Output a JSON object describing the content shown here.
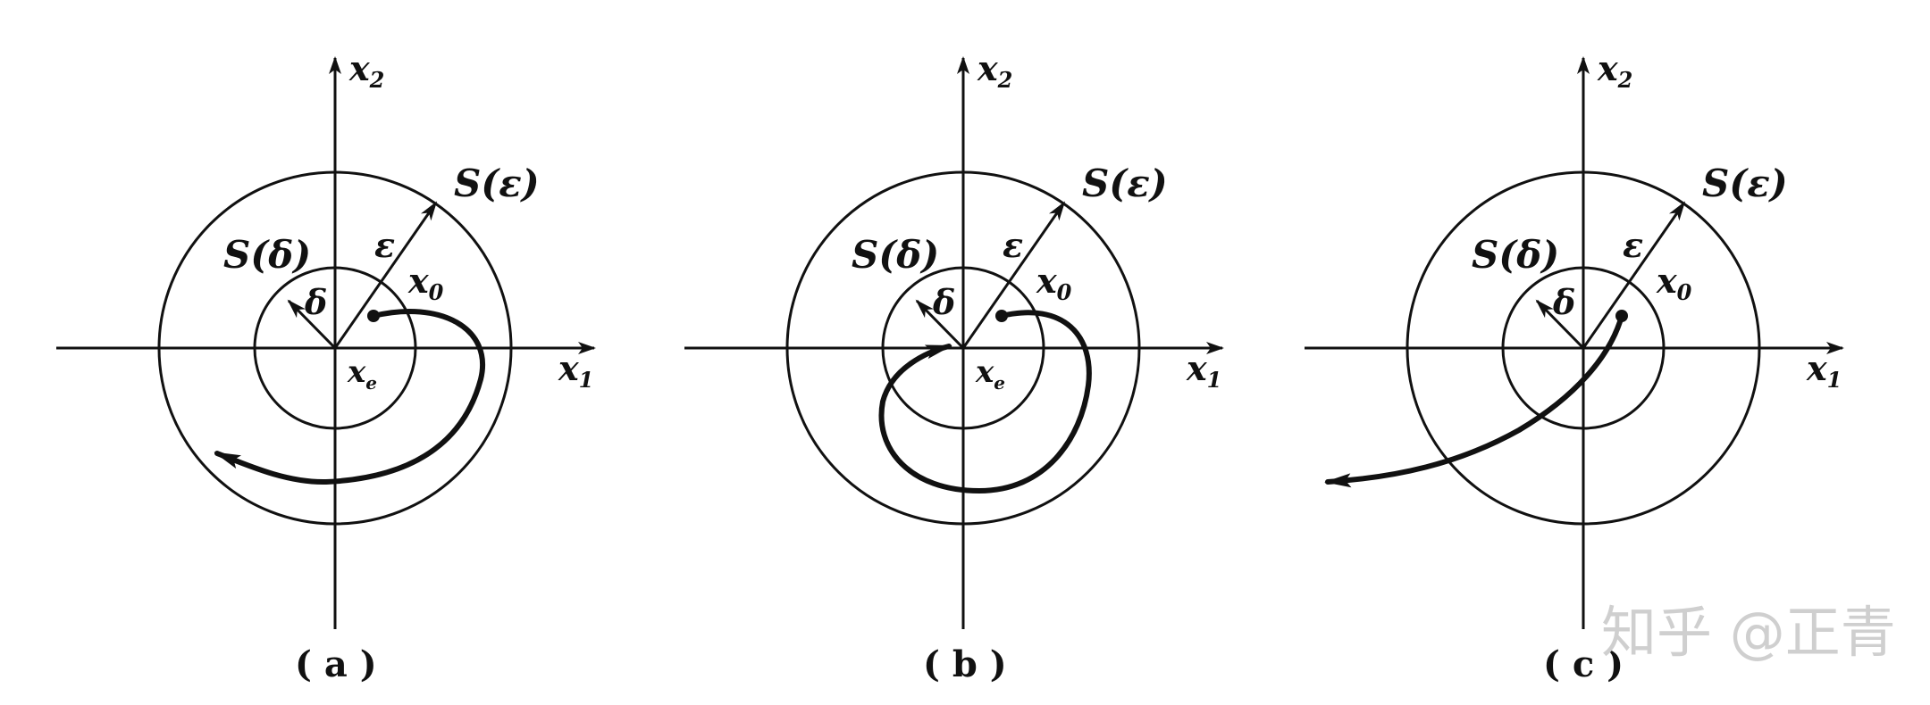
{
  "panels": [
    {
      "id": "a",
      "caption": "( a )",
      "axis_x": "x",
      "axis_x_sub": "1",
      "axis_y": "x",
      "axis_y_sub": "2",
      "outer_circle": "S(ε)",
      "inner_circle": "S(δ)",
      "epsilon": "ε",
      "delta": "δ",
      "x0": "x",
      "x0_sub": "0",
      "xe": "x",
      "xe_sub": "e"
    },
    {
      "id": "b",
      "caption": "( b )",
      "axis_x": "x",
      "axis_x_sub": "1",
      "axis_y": "x",
      "axis_y_sub": "2",
      "outer_circle": "S(ε)",
      "inner_circle": "S(δ)",
      "epsilon": "ε",
      "delta": "δ",
      "x0": "x",
      "x0_sub": "0",
      "xe": "x",
      "xe_sub": "e"
    },
    {
      "id": "c",
      "caption": "( c )",
      "axis_x": "x",
      "axis_x_sub": "1",
      "axis_y": "x",
      "axis_y_sub": "2",
      "outer_circle": "S(ε)",
      "inner_circle": "S(δ)",
      "epsilon": "ε",
      "delta": "δ",
      "x0": "x",
      "x0_sub": "0"
    }
  ],
  "watermark": "知乎 @正青"
}
